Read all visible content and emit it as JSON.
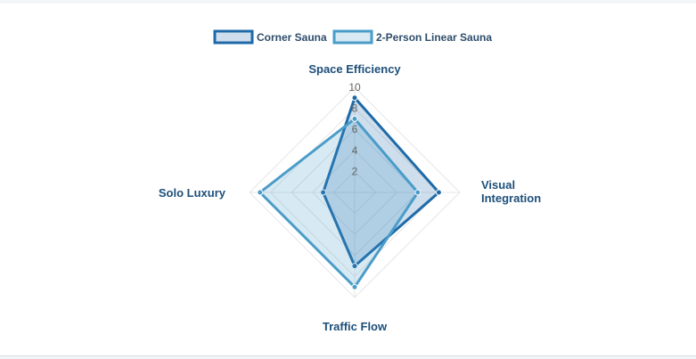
{
  "chart_data": {
    "type": "radar",
    "axes": [
      "Space Efficiency",
      "Visual Integration",
      "Traffic Flow",
      "Solo Luxury"
    ],
    "axis_label_lines": [
      [
        "Space Efficiency"
      ],
      [
        "Visual",
        "Integration"
      ],
      [
        "Traffic Flow"
      ],
      [
        "Solo Luxury"
      ]
    ],
    "r_range": [
      0,
      10
    ],
    "ticks": [
      2,
      4,
      6,
      8,
      10
    ],
    "series": [
      {
        "name": "Corner Sauna",
        "values": [
          9,
          8,
          7,
          3
        ],
        "stroke": "#1e6aa8",
        "fill": "rgba(30,106,168,0.22)"
      },
      {
        "name": "2-Person Linear Sauna",
        "values": [
          7,
          6,
          9,
          9
        ],
        "stroke": "#4a9cc9",
        "fill": "rgba(74,156,201,0.22)"
      }
    ],
    "legend_position": "top-center",
    "grid": true
  }
}
